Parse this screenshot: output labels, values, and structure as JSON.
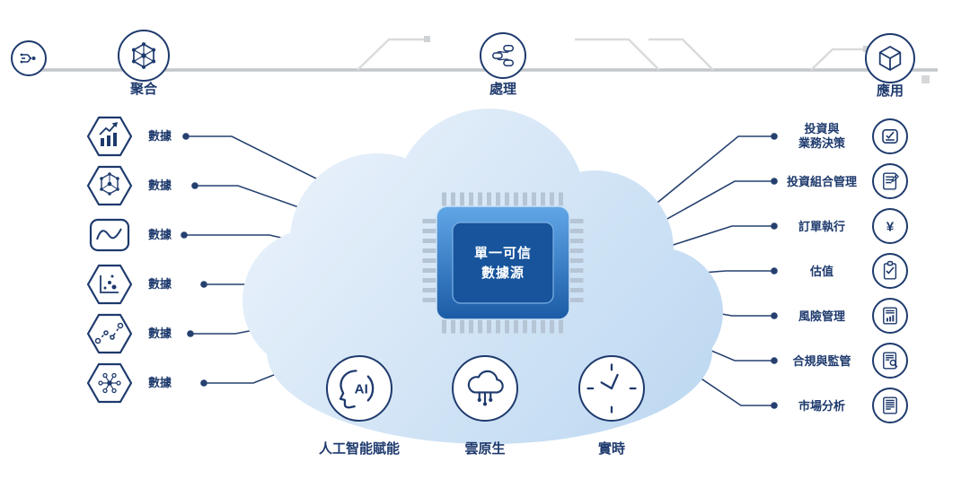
{
  "colors": {
    "navy": "#1e3a6d",
    "cloud_light": "#eaf2fb",
    "cloud_dark": "#bdd8f1",
    "chip_blue": "#2f7cc4",
    "trace_gray": "#c3c6ca"
  },
  "stages": [
    {
      "label": "聚合",
      "icon": "network-icon"
    },
    {
      "label": "處理",
      "icon": "pipeline-icon"
    },
    {
      "label": "應用",
      "icon": "cube-icon"
    }
  ],
  "sources": [
    {
      "label": "數據",
      "icon": "bar-chart-icon"
    },
    {
      "label": "數據",
      "icon": "node-network-icon"
    },
    {
      "label": "數據",
      "icon": "line-chart-icon"
    },
    {
      "label": "數據",
      "icon": "scatter-plot-icon"
    },
    {
      "label": "數據",
      "icon": "flow-path-icon"
    },
    {
      "label": "數據",
      "icon": "molecule-icon"
    }
  ],
  "core": {
    "title": "單一可信\n數據源"
  },
  "capabilities": [
    {
      "label": "人工智能賦能",
      "icon": "ai-icon",
      "icon_text": "AI"
    },
    {
      "label": "雲原生",
      "icon": "cloud-icon"
    },
    {
      "label": "實時",
      "icon": "clock-icon"
    }
  ],
  "outputs": [
    {
      "label": "投資與\n業務決策",
      "icon": "decision-chart-icon"
    },
    {
      "label": "投資組合管理",
      "icon": "portfolio-doc-icon"
    },
    {
      "label": "訂單執行",
      "icon": "yen-icon",
      "icon_text": "¥"
    },
    {
      "label": "估值",
      "icon": "valuation-clipboard-icon"
    },
    {
      "label": "風險管理",
      "icon": "risk-report-icon"
    },
    {
      "label": "合規與監管",
      "icon": "compliance-audit-icon"
    },
    {
      "label": "市場分析",
      "icon": "market-report-icon"
    }
  ]
}
